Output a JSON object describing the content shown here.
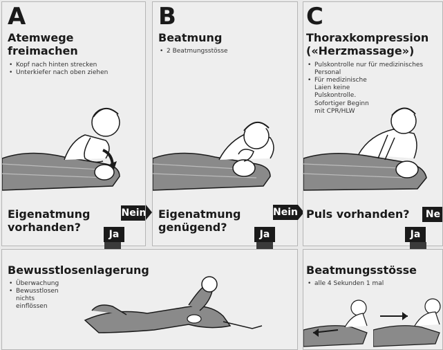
{
  "panel_a": {
    "letter": "A",
    "title_line1": "Atemwege",
    "title_line2": "freimachen",
    "bullets": [
      "Kopf nach hinten strecken",
      "Unterkiefer nach oben ziehen"
    ],
    "question_line1": "Eigenatmung",
    "question_line2": "vorhanden?"
  },
  "panel_b": {
    "letter": "B",
    "title_line1": "Beatmung",
    "bullets": [
      "2 Beatmungsstösse"
    ],
    "question_line1": "Eigenatmung",
    "question_line2": "genügend?"
  },
  "panel_c": {
    "letter": "C",
    "title_line1": "Thoraxkompression",
    "title_line2": "(«Herzmassage»)",
    "bullets": [
      "Pulskontrolle nur für medizinisches Personal",
      "Für medizinische Laien keine Pulskontrolle."
    ],
    "extra_line1": "Sofortiger Beginn",
    "extra_line2": "mit CPR/HLW",
    "question": "Puls vorhanden?"
  },
  "panel_bottom_left": {
    "title": "Bewusstlosenlagerung",
    "bullets": [
      "Überwachung",
      "Bewusstlosen nichts einflössen"
    ]
  },
  "panel_bottom_right": {
    "title": "Beatmungsstösse",
    "bullets": [
      "alle 4 Sekunden 1 mal"
    ]
  },
  "connectors": {
    "nein": "Nein",
    "ne": "Ne",
    "ja": "Ja"
  }
}
